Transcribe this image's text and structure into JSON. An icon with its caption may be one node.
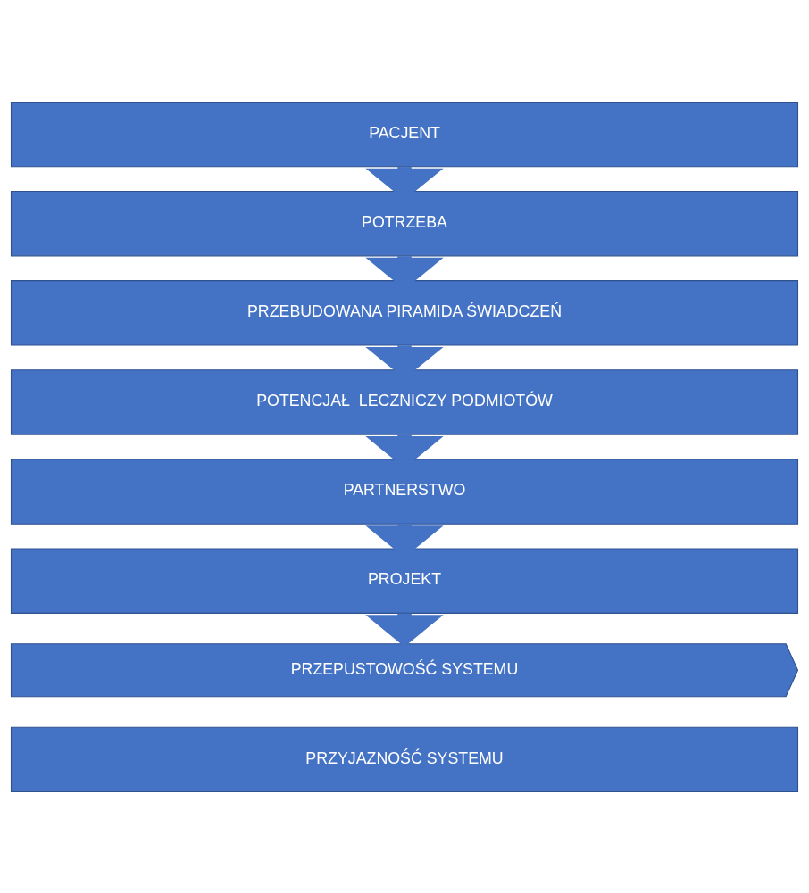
{
  "diagram": {
    "nodes": [
      {
        "text": [
          "PACJENT"
        ]
      },
      {
        "text": [
          "POTRZEBA"
        ]
      },
      {
        "text": [
          "PRZEBUDOWANA PIRAMIDA ŚWIADCZEŃ"
        ]
      },
      {
        "text": [
          "POTENCJAŁ  LECZNICZY PODMIOTÓW"
        ]
      },
      {
        "text": [
          "PARTNERSTWO"
        ]
      },
      {
        "text": [
          "PROJEKT"
        ]
      },
      {
        "text": [
          "PRZEPUSTOWOŚĆ SYSTEMU"
        ]
      },
      {
        "text": [
          "PRZYJAZNOŚĆ SYSTEMU"
        ]
      }
    ],
    "edges": [
      {
        "from": 0,
        "to": 1,
        "arrow": "to"
      },
      {
        "from": 1,
        "to": 2,
        "arrow": "to"
      },
      {
        "from": 2,
        "to": 3,
        "arrow": "to"
      },
      {
        "from": 3,
        "to": 4,
        "arrow": "to"
      },
      {
        "from": 4,
        "to": 5,
        "arrow": "to"
      },
      {
        "from": 5,
        "to": 6,
        "arrow": "to"
      }
    ]
  }
}
